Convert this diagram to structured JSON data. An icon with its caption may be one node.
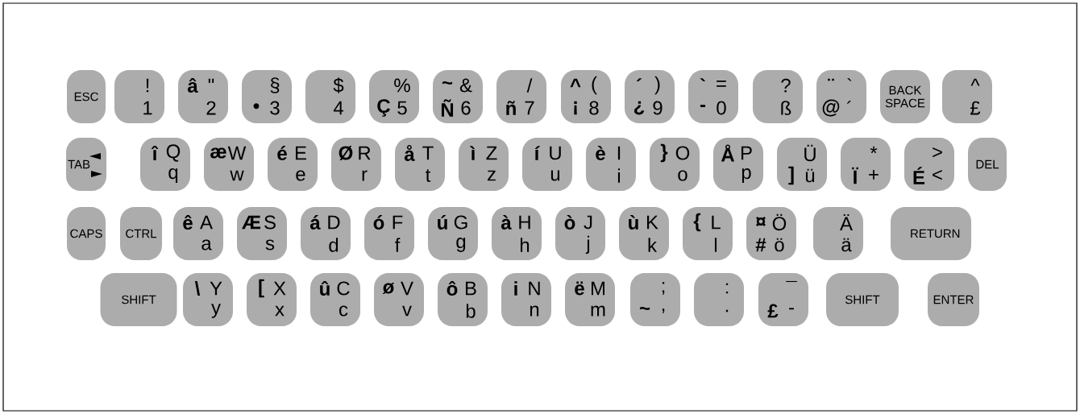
{
  "diagram": {
    "nodes": [
      {
        "text": [
          "ESC"
        ]
      },
      {
        "text": [
          "!",
          "1"
        ]
      },
      {
        "text": [
          "â",
          "\"",
          "2"
        ]
      },
      {
        "text": [
          "§",
          "•",
          "3"
        ]
      },
      {
        "text": [
          "$",
          "4"
        ]
      },
      {
        "text": [
          "%",
          "Ç",
          "5"
        ]
      },
      {
        "text": [
          "~",
          "&",
          "Ñ",
          "6"
        ]
      },
      {
        "text": [
          "/",
          "ñ",
          "7"
        ]
      },
      {
        "text": [
          "^",
          "(",
          "¡",
          "8"
        ]
      },
      {
        "text": [
          "´",
          ")",
          "¿",
          "9"
        ]
      },
      {
        "text": [
          "`",
          "=",
          "-",
          "0"
        ]
      },
      {
        "text": [
          "?",
          "ß"
        ]
      },
      {
        "text": [
          "¨",
          "`",
          "@",
          "´"
        ]
      },
      {
        "text": [
          "BACK SPACE"
        ]
      },
      {
        "text": [
          "^",
          "£"
        ]
      },
      {
        "text": [
          "TAB"
        ]
      },
      {
        "text": [
          "î",
          "Q",
          "q"
        ]
      },
      {
        "text": [
          "æ",
          "W",
          "w"
        ]
      },
      {
        "text": [
          "é",
          "E",
          "e"
        ]
      },
      {
        "text": [
          "Ø",
          "R",
          "r"
        ]
      },
      {
        "text": [
          "å",
          "T",
          "t"
        ]
      },
      {
        "text": [
          "ì",
          "Z",
          "z"
        ]
      },
      {
        "text": [
          "í",
          "U",
          "u"
        ]
      },
      {
        "text": [
          "è",
          "I",
          "i"
        ]
      },
      {
        "text": [
          "}",
          "O",
          "o"
        ]
      },
      {
        "text": [
          "Å",
          "P",
          "p"
        ]
      },
      {
        "text": [
          "Ü",
          "]",
          "ü"
        ]
      },
      {
        "text": [
          "*",
          "Ï",
          "+"
        ]
      },
      {
        "text": [
          ">",
          "É",
          "<"
        ]
      },
      {
        "text": [
          "DEL"
        ]
      },
      {
        "text": [
          "CAPS"
        ]
      },
      {
        "text": [
          "CTRL"
        ]
      },
      {
        "text": [
          "ê",
          "A",
          "a"
        ]
      },
      {
        "text": [
          "Æ",
          "S",
          "s"
        ]
      },
      {
        "text": [
          "á",
          "D",
          "d"
        ]
      },
      {
        "text": [
          "ó",
          "F",
          "f"
        ]
      },
      {
        "text": [
          "ú",
          "G",
          "g"
        ]
      },
      {
        "text": [
          "à",
          "H",
          "h"
        ]
      },
      {
        "text": [
          "ò",
          "J",
          "j"
        ]
      },
      {
        "text": [
          "ù",
          "K",
          "k"
        ]
      },
      {
        "text": [
          "{",
          "L",
          "l"
        ]
      },
      {
        "text": [
          "¤",
          "Ö",
          "#",
          "ö"
        ]
      },
      {
        "text": [
          "Ä",
          "ä"
        ]
      },
      {
        "text": [
          "RETURN"
        ]
      },
      {
        "text": [
          "SHIFT"
        ]
      },
      {
        "text": [
          "\\",
          "Y",
          "y"
        ]
      },
      {
        "text": [
          "[",
          "X",
          "x"
        ]
      },
      {
        "text": [
          "û",
          "C",
          "c"
        ]
      },
      {
        "text": [
          "ø",
          "V",
          "v"
        ]
      },
      {
        "text": [
          "ô",
          "B",
          "b"
        ]
      },
      {
        "text": [
          "i",
          "N",
          "n"
        ]
      },
      {
        "text": [
          "ë",
          "M",
          "m"
        ]
      },
      {
        "text": [
          ";",
          "~",
          ","
        ]
      },
      {
        "text": [
          ":",
          "."
        ]
      },
      {
        "text": [
          "¯",
          "£",
          "-"
        ]
      },
      {
        "text": [
          "SHIFT"
        ]
      },
      {
        "text": [
          "ENTER"
        ]
      }
    ]
  }
}
